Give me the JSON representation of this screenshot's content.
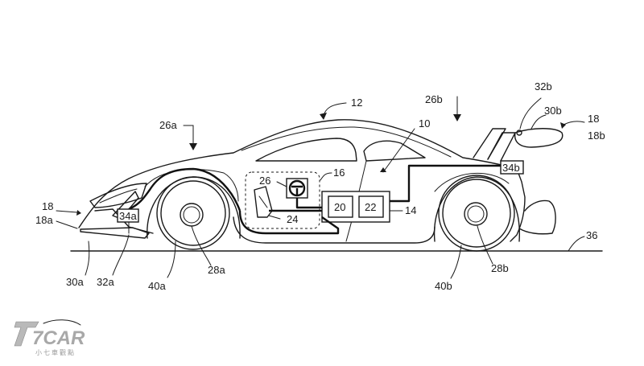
{
  "labels": {
    "l12": "12",
    "l10": "10",
    "l16": "16",
    "l14": "14",
    "l26": "26",
    "l26a": "26a",
    "l26b": "26b",
    "l18_front": "18",
    "l18a": "18a",
    "l18_rear": "18",
    "l18b": "18b",
    "l30a": "30a",
    "l30b": "30b",
    "l32a": "32a",
    "l32b": "32b",
    "l34a": "34a",
    "l34b": "34b",
    "l20": "20",
    "l22": "22",
    "l24": "24",
    "l28a": "28a",
    "l28b": "28b",
    "l40a": "40a",
    "l40b": "40b",
    "l36": "36"
  },
  "watermark": {
    "brand": "7CAR",
    "tagline": "小七車觀點"
  }
}
